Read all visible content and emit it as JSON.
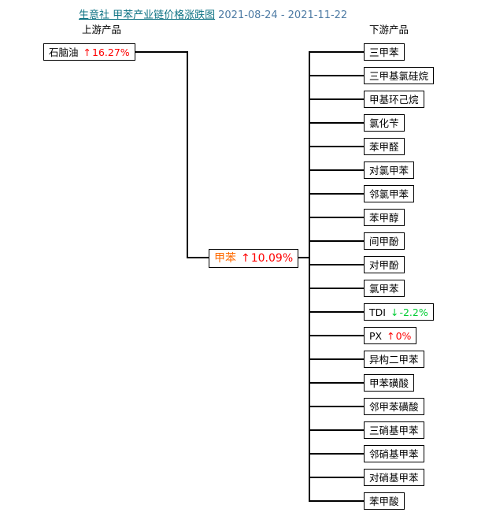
{
  "header": {
    "title": "生意社 甲苯产业链价格涨跌图",
    "date_range": "2021-08-24 - 2021-11-22",
    "upstream_label": "上游产品",
    "downstream_label": "下游产品"
  },
  "colors": {
    "title": "#0d7283",
    "date": "#4e7ba4",
    "up": "#fe0000",
    "down": "#00cc33",
    "accent": "#ff6a00",
    "line": "#000000"
  },
  "chain": {
    "upstream": {
      "name": "石脑油",
      "arrow": "↑",
      "change": "16.27%",
      "direction": "up"
    },
    "center": {
      "name": "甲苯",
      "arrow": "↑",
      "change": "10.09%",
      "direction": "up"
    },
    "downstream": [
      {
        "name": "三甲苯"
      },
      {
        "name": "三甲基氯硅烷"
      },
      {
        "name": "甲基环己烷"
      },
      {
        "name": "氯化苄"
      },
      {
        "name": "苯甲醛"
      },
      {
        "name": "对氯甲苯"
      },
      {
        "name": "邻氯甲苯"
      },
      {
        "name": "苯甲醇"
      },
      {
        "name": "间甲酚"
      },
      {
        "name": "对甲酚"
      },
      {
        "name": "氯甲苯"
      },
      {
        "name": "TDI",
        "arrow": "↓",
        "change": "-2.2%",
        "direction": "down"
      },
      {
        "name": "PX",
        "arrow": "↑",
        "change": "0%",
        "direction": "up"
      },
      {
        "name": "异构二甲苯"
      },
      {
        "name": "甲苯磺酸"
      },
      {
        "name": "邻甲苯磺酸"
      },
      {
        "name": "三硝基甲苯"
      },
      {
        "name": "邻硝基甲苯"
      },
      {
        "name": "对硝基甲苯"
      },
      {
        "name": "苯甲酸"
      }
    ]
  }
}
